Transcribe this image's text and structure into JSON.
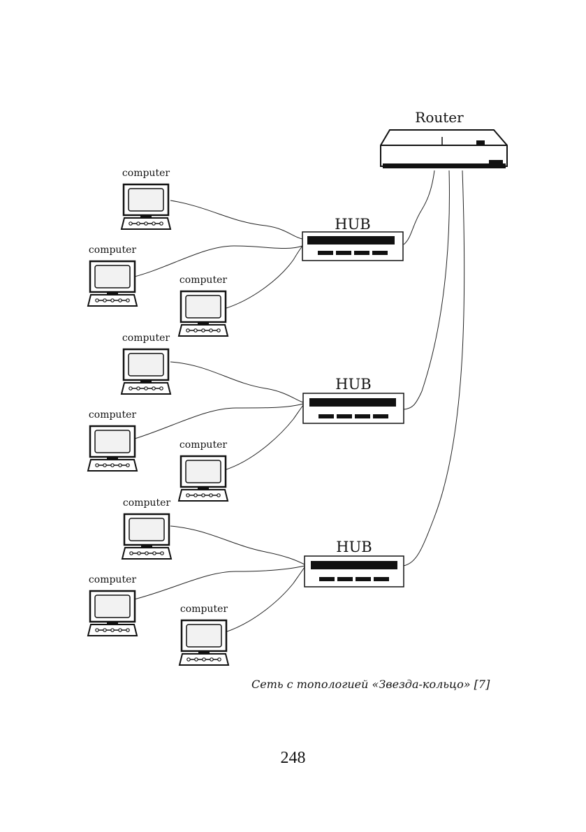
{
  "diagram": {
    "router_label": "Router",
    "hub_label": "HUB",
    "computer_label": "computer",
    "groups": [
      {
        "hub": {
          "label": "HUB"
        },
        "computers": [
          {
            "label": "computer"
          },
          {
            "label": "computer"
          },
          {
            "label": "computer"
          }
        ]
      },
      {
        "hub": {
          "label": "HUB"
        },
        "computers": [
          {
            "label": "computer"
          },
          {
            "label": "computer"
          },
          {
            "label": "computer"
          }
        ]
      },
      {
        "hub": {
          "label": "HUB"
        },
        "computers": [
          {
            "label": "computer"
          },
          {
            "label": "computer"
          },
          {
            "label": "computer"
          }
        ]
      }
    ]
  },
  "caption": "Сеть с топологией «Звезда-кольцо» [7]",
  "page_number": "248",
  "colors": {
    "ink": "#111111",
    "paper": "#ffffff",
    "screen_fill": "#f2f2f2"
  }
}
